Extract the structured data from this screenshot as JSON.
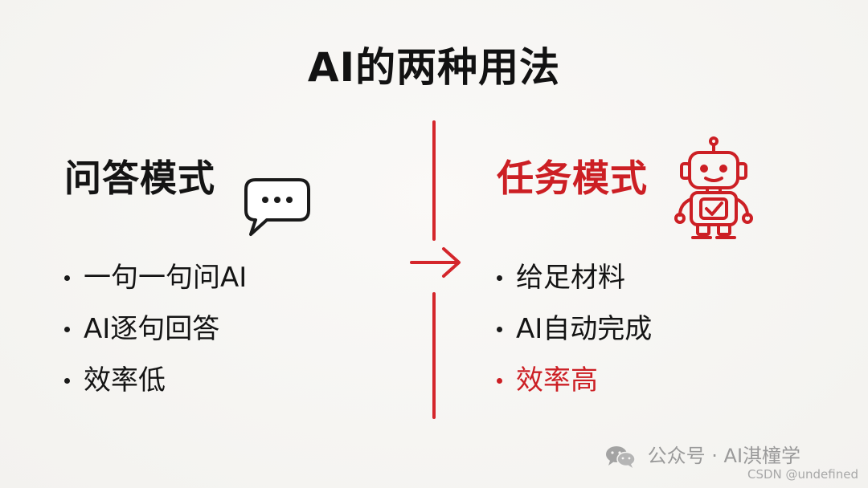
{
  "slide": {
    "title": "AI的两种用法"
  },
  "left_column": {
    "heading": "问答模式",
    "icon": "chat-bubble-icon",
    "bullets": [
      {
        "text": "一句一句问AI"
      },
      {
        "text": "AI逐句回答"
      },
      {
        "text": "效率低"
      }
    ]
  },
  "right_column": {
    "heading": "任务模式",
    "icon": "robot-icon",
    "bullets": [
      {
        "text": "给足材料"
      },
      {
        "text": "AI自动完成"
      },
      {
        "text": "效率高"
      }
    ]
  },
  "divider": {
    "icon": "arrow-right-icon"
  },
  "watermark": {
    "text": "公众号 · AI淇橦学",
    "icon": "wechat-icon"
  },
  "footer": {
    "credit": "CSDN @undefined"
  },
  "colors": {
    "accent": "#cc1f24",
    "text": "#141414",
    "background": "#f6f5f3",
    "watermark": "#9a9a9a"
  }
}
